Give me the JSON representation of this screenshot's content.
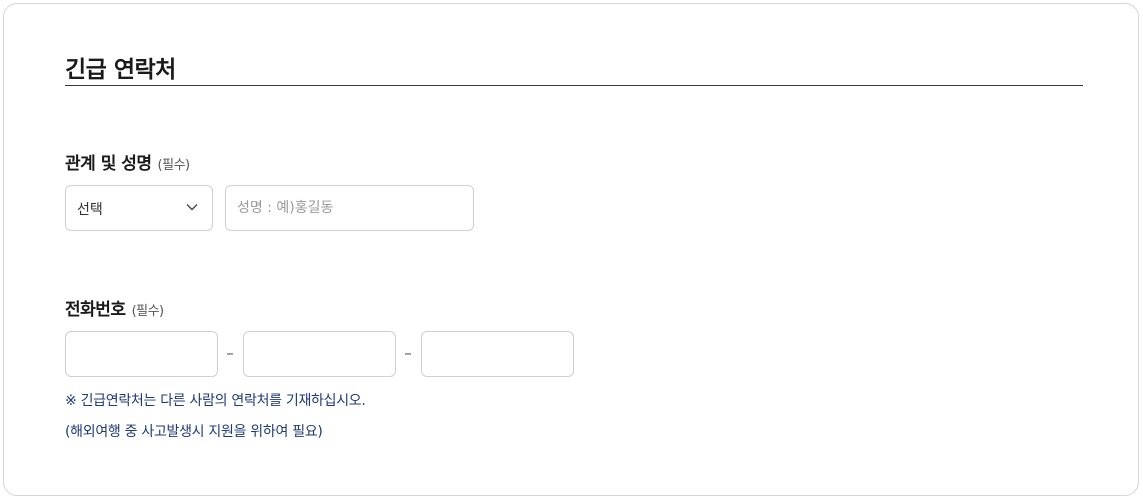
{
  "section": {
    "title": "긴급 연락처"
  },
  "relation_field": {
    "label": "관계 및 성명",
    "required": "(필수)",
    "select_value": "선택",
    "name_placeholder": "성명 : 예)홍길동",
    "name_value": ""
  },
  "phone_field": {
    "label": "전화번호",
    "required": "(필수)",
    "separator": "–",
    "part1": "",
    "part2": "",
    "part3": ""
  },
  "notices": {
    "line1": "※ 긴급연락처는 다른 사람의 연락처를 기재하십시오.",
    "line2": "(해외여행 중 사고발생시 지원을 위하여 필요)"
  },
  "colors": {
    "notice": "#1f3a78",
    "border": "#cfcfcf"
  },
  "icons": {
    "select_chevron": "chevron-down-icon"
  }
}
